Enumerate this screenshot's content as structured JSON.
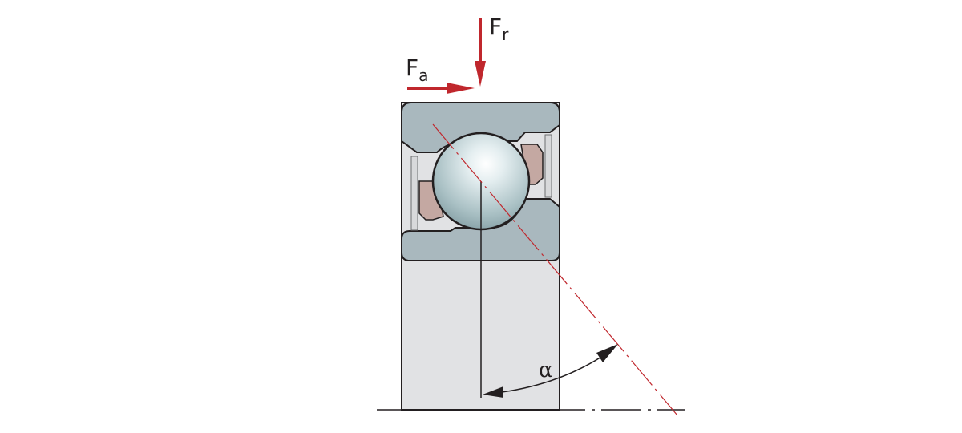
{
  "diagram": {
    "type": "angular contact ball bearing cross-section",
    "labels": {
      "radial_force": {
        "main": "F",
        "sub": "r"
      },
      "axial_force": {
        "main": "F",
        "sub": "a"
      },
      "contact_angle": "α"
    },
    "colors": {
      "force_arrow": "#c0272d",
      "contact_line": "#c0272d",
      "ring_fill": "#a9b8be",
      "cage_fill": "#c4a8a2",
      "housing_fill": "#e1e2e4",
      "outline": "#231f20"
    }
  }
}
